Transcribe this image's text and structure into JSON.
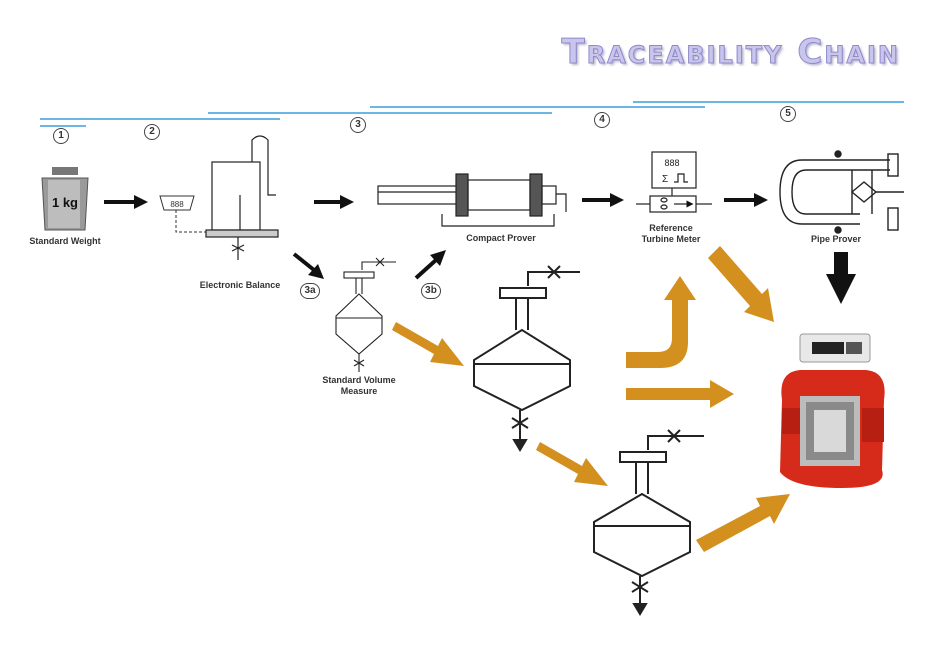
{
  "title": "Traceability Chain",
  "steps": [
    "1",
    "2",
    "3",
    "4",
    "5"
  ],
  "sub_steps": [
    "3a",
    "3b"
  ],
  "weight_label": "1 kg",
  "display_digits": "888",
  "labels": {
    "standard_weight": "Standard Weight",
    "electronic_balance": "Electronic Balance",
    "compact_prover": "Compact Prover",
    "reference_turbine_meter_1": "Reference",
    "reference_turbine_meter_2": "Turbine Meter",
    "pipe_prover": "Pipe Prover",
    "standard_volume_measure_1": "Standard Volume",
    "standard_volume_measure_2": "Measure"
  },
  "icons": [
    "weight-icon",
    "display-icon",
    "balance-icon",
    "volume-measure-icon",
    "compact-prover-icon",
    "turbine-meter-icon",
    "pipe-prover-icon",
    "flow-meter-photo"
  ],
  "colors": {
    "title_fill": "#c9c6ee",
    "title_stroke": "#8f8ac9",
    "black_arrow": "#111111",
    "orange_arrow": "#d4901f",
    "blue_line": "#6cb6e6",
    "meter_red": "#d62a1a"
  }
}
